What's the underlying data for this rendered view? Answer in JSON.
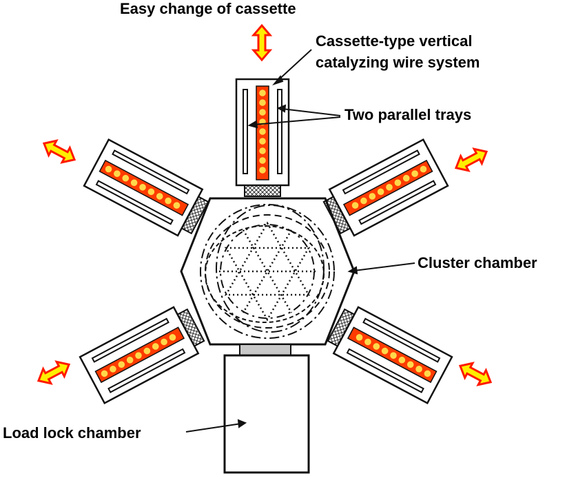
{
  "labels": {
    "easy_change": "Easy change of cassette",
    "cassette_line1": "Cassette-type vertical",
    "cassette_line2": "catalyzing wire system",
    "parallel_trays": "Two parallel trays",
    "cluster_chamber": "Cluster chamber",
    "load_lock": "Load lock chamber"
  },
  "colors": {
    "wire_strip": "#ff3b00",
    "wire_dot": "#ffd84a",
    "arrow_fill": "#ffee00",
    "arrow_stroke": "#ff1a00",
    "outline": "#111111",
    "gate": "#c8c8c8"
  }
}
